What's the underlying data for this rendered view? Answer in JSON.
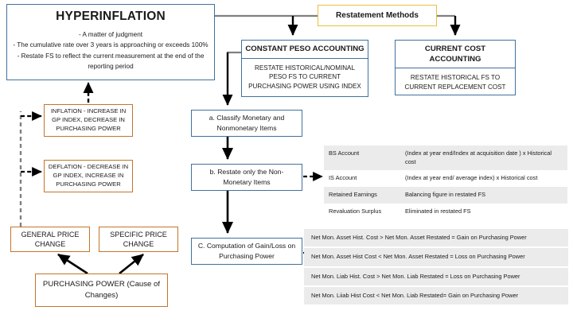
{
  "diagram": {
    "title": "Hyperinflation Restatement Methods Flowchart",
    "colors": {
      "blue_border": "#41719c",
      "orange_border": "#c4752a",
      "gold_border": "#e8c13f",
      "table_row_gray": "#ebebeb",
      "connector_gray": "#808080",
      "connector_black": "#000000"
    }
  },
  "hyperinflation": {
    "title": "HYPERINFLATION",
    "bullets": [
      "-  A matter of judgment",
      "- The cumulative rate over 3 years is approaching or exceeds 100%",
      "-  Restate FS to reflect the current measurement at the end of the reporting period"
    ]
  },
  "restatement_methods": {
    "label": "Restatement Methods"
  },
  "methods": [
    {
      "key": "constant_peso",
      "head": "CONSTANT PESO ACCOUNTING",
      "body": "RESTATE HISTORICAL/NOMINAL PESO FS TO CURRENT PURCHASING POWER USING INDEX"
    },
    {
      "key": "current_cost",
      "head": "CURRENT COST ACCOUNTING",
      "body": "RESTATE HISTORICAL FS TO CURRENT REPLACEMENT COST"
    }
  ],
  "price_effects": [
    {
      "key": "inflation",
      "text": "INFLATION - INCREASE IN GP INDEX, DECREASE IN PURCHASING POWER"
    },
    {
      "key": "deflation",
      "text": "DEFLATION - DECREASE IN GP INDEX, INCREASE IN PURCHASING POWER"
    }
  ],
  "price_change": {
    "general": "GENERAL PRICE CHANGE",
    "specific": "SPECIFIC PRICE CHANGE",
    "purchasing_power": "PURCHASING POWER (Cause of Changes)"
  },
  "steps": [
    {
      "key": "a",
      "text": "a. Classify Monetary and Nonmonetary Items"
    },
    {
      "key": "b",
      "text": "b. Restate only the Non- Monetary Items"
    },
    {
      "key": "c",
      "text": "C. Computation of Gain/Loss on Purchasing Power"
    }
  ],
  "index_table": {
    "rows": [
      {
        "account": "BS Account",
        "formula": "(Index at year end/Index at acquisition date ) x Historical cost"
      },
      {
        "account": "IS Account",
        "formula": "(Index at year end/ average index) x Historical cost"
      },
      {
        "account": "Retained Earnings",
        "formula": "Balancing figure in restated FS"
      },
      {
        "account": "Revaluation Surplus",
        "formula": "Eliminated in restated FS"
      }
    ]
  },
  "formula_table": {
    "rows": [
      "Net Mon. Asset Hist. Cost > Net Mon. Asset Restated = Gain on Purchasing Power",
      "Net Mon. Asset Hist Cost < Net Mon. Asset Restated = Loss on Purchasing Power",
      "Net Mon. Liab Hist. Cost > Net Mon. Liab Restated = Loss on Purchasing Power",
      "Net Mon. Liiab Hist Cost < Net Mon. Liab Restated= Gain on Purchasing Power"
    ]
  }
}
